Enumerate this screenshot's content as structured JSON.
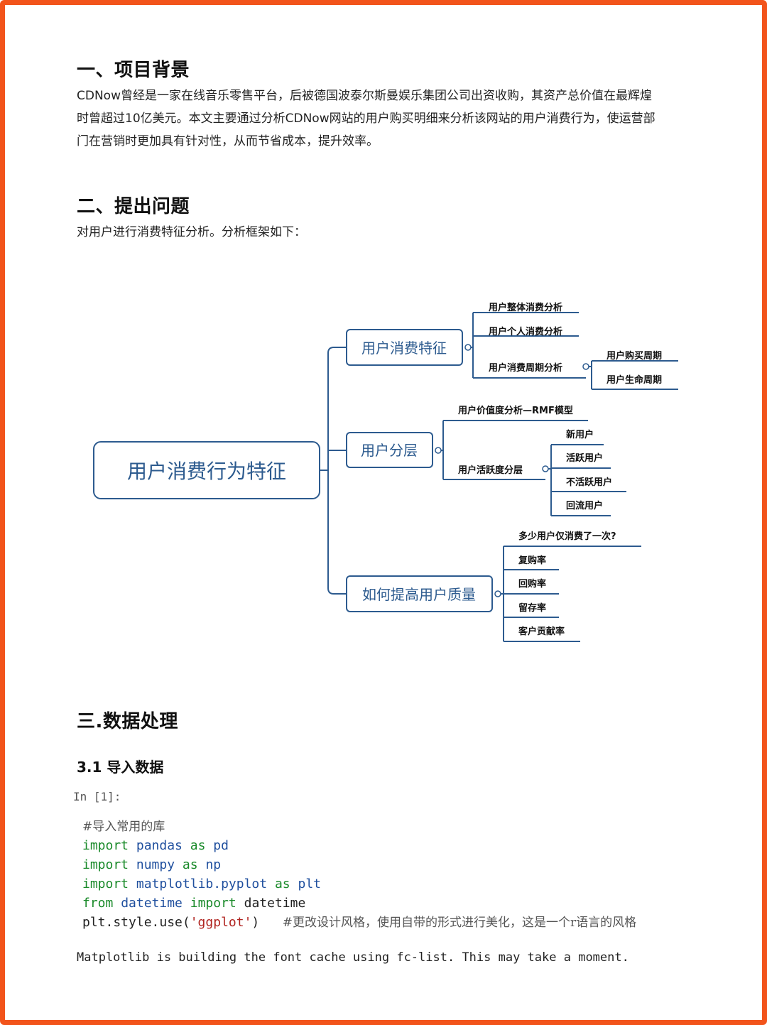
{
  "section1": {
    "title": "一、项目背景",
    "lines": [
      "CDNow曾经是一家在线音乐零售平台，后被德国波泰尔斯曼娱乐集团公司出资收购，其资产总价值在最辉煌",
      "时曾超过10亿美元。本文主要通过分析CDNow网站的用户购买明细来分析该网站的用户消费行为，使运营部",
      "门在营销时更加具有针对性，从而节省成本，提升效率。"
    ]
  },
  "section2": {
    "title": "二、提出问题",
    "text": "对用户进行消费特征分析。分析框架如下："
  },
  "mindmap": {
    "root": "用户消费行为特征",
    "branch1": {
      "label": "用户消费特征",
      "leaf1": "用户整体消费分析",
      "leaf2": "用户个人消费分析",
      "leaf3": "用户消费周期分析",
      "sub1": "用户购买周期",
      "sub2": "用户生命周期"
    },
    "branch2": {
      "label": "用户分层",
      "leaf1": "用户价值度分析—RMF模型",
      "leaf2": "用户活跃度分层",
      "sub1": "新用户",
      "sub2": "活跃用户",
      "sub3": "不活跃用户",
      "sub4": "回流用户"
    },
    "branch3": {
      "label": "如何提高用户质量",
      "leaf0": "多少用户仅消费了一次?",
      "leaf1": "复购率",
      "leaf2": "回购率",
      "leaf3": "留存率",
      "leaf4": "客户贡献率"
    }
  },
  "section3": {
    "title": "三.数据处理",
    "sub_title": "3.1 导入数据"
  },
  "cell": {
    "prompt": "In [1]:",
    "comment1": "#导入常用的库",
    "kw_import": "import",
    "kw_as": "as",
    "kw_from": "from",
    "pandas": "pandas",
    "pd": "pd",
    "numpy": "numpy",
    "np": "np",
    "matplotlib": "matplotlib.pyplot",
    "plt": "plt",
    "datetime_mod": "datetime",
    "datetime_name": "datetime",
    "style_call_a": "plt.style.use(",
    "style_arg": "'ggplot'",
    "style_call_b": ")",
    "comment2": "#更改设计风格，使用自带的形式进行美化，这是一个r语言的风格",
    "output": "Matplotlib is building the font cache using fc-list. This may take a moment."
  }
}
